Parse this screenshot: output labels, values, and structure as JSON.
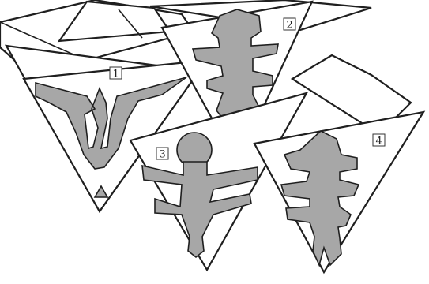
{
  "figure": {
    "colors": {
      "paper": "#ffffff",
      "outline": "#1f1f1f",
      "cutout_fill": "#a7a7a7"
    },
    "panels": [
      {
        "label": "1",
        "cutout_shape": "W"
      },
      {
        "label": "2",
        "cutout_shape": "branch"
      },
      {
        "label": "3",
        "cutout_shape": "branch with round top"
      },
      {
        "label": "4",
        "cutout_shape": "branch"
      }
    ]
  }
}
